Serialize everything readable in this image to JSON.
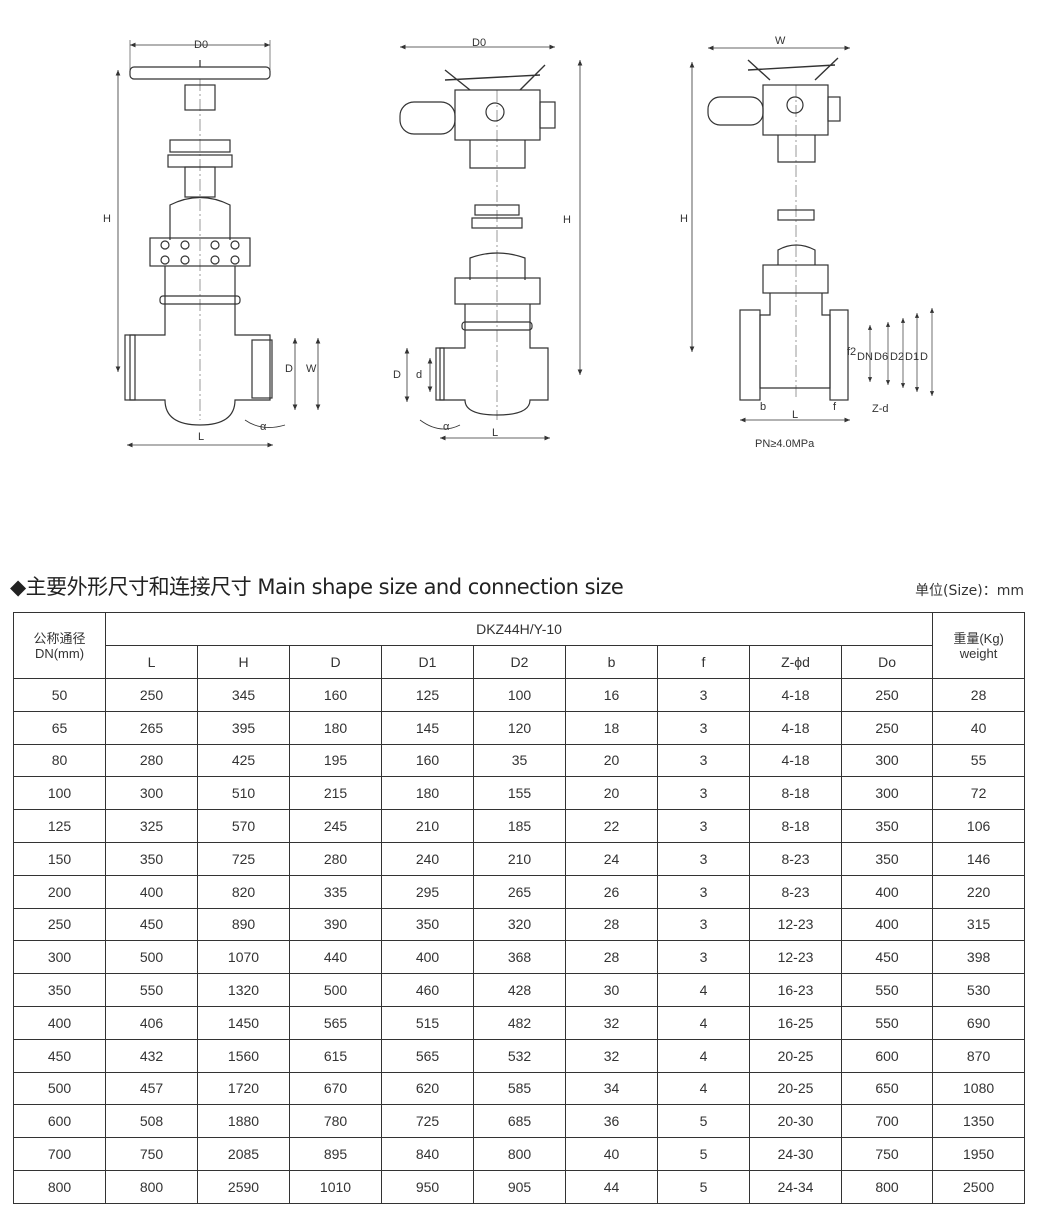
{
  "drawings": {
    "fig1": {
      "top_dim": "D0",
      "height_dim": "H",
      "d_dim": "D",
      "w_dim": "W",
      "len_dim": "L",
      "angle": "α"
    },
    "fig2": {
      "top_dim": "D0",
      "height_dim": "H",
      "d_dim": "D",
      "small_d": "d",
      "len_dim": "L",
      "angle": "α"
    },
    "fig3": {
      "top_dim": "W",
      "height_dim": "H",
      "b_dim": "b",
      "len_dim": "L",
      "f_dim": "f",
      "z_dim": "Z-d",
      "dn": "DN",
      "f2": "f2",
      "d6": "D6",
      "d2": "D2",
      "d1": "D1",
      "d": "D",
      "note": "PN≥4.0MPa"
    }
  },
  "section_title": "◆主要外形尺寸和连接尺寸 Main shape size and connection size",
  "unit_label": "单位(Size)：mm",
  "table": {
    "dn_header_cn": "公称通径",
    "dn_header_en": "DN(mm)",
    "model": "DKZ44H/Y-10",
    "weight_header_cn": "重量(Kg)",
    "weight_header_en": "weight",
    "columns": [
      "L",
      "H",
      "D",
      "D1",
      "D2",
      "b",
      "f",
      "Z-ϕd",
      "Do"
    ],
    "rows": [
      [
        "50",
        "250",
        "345",
        "160",
        "125",
        "100",
        "16",
        "3",
        "4-18",
        "250",
        "28"
      ],
      [
        "65",
        "265",
        "395",
        "180",
        "145",
        "120",
        "18",
        "3",
        "4-18",
        "250",
        "40"
      ],
      [
        "80",
        "280",
        "425",
        "195",
        "160",
        "35",
        "20",
        "3",
        "4-18",
        "300",
        "55"
      ],
      [
        "100",
        "300",
        "510",
        "215",
        "180",
        "155",
        "20",
        "3",
        "8-18",
        "300",
        "72"
      ],
      [
        "125",
        "325",
        "570",
        "245",
        "210",
        "185",
        "22",
        "3",
        "8-18",
        "350",
        "106"
      ],
      [
        "150",
        "350",
        "725",
        "280",
        "240",
        "210",
        "24",
        "3",
        "8-23",
        "350",
        "146"
      ],
      [
        "200",
        "400",
        "820",
        "335",
        "295",
        "265",
        "26",
        "3",
        "8-23",
        "400",
        "220"
      ],
      [
        "250",
        "450",
        "890",
        "390",
        "350",
        "320",
        "28",
        "3",
        "12-23",
        "400",
        "315"
      ],
      [
        "300",
        "500",
        "1070",
        "440",
        "400",
        "368",
        "28",
        "3",
        "12-23",
        "450",
        "398"
      ],
      [
        "350",
        "550",
        "1320",
        "500",
        "460",
        "428",
        "30",
        "4",
        "16-23",
        "550",
        "530"
      ],
      [
        "400",
        "406",
        "1450",
        "565",
        "515",
        "482",
        "32",
        "4",
        "16-25",
        "550",
        "690"
      ],
      [
        "450",
        "432",
        "1560",
        "615",
        "565",
        "532",
        "32",
        "4",
        "20-25",
        "600",
        "870"
      ],
      [
        "500",
        "457",
        "1720",
        "670",
        "620",
        "585",
        "34",
        "4",
        "20-25",
        "650",
        "1080"
      ],
      [
        "600",
        "508",
        "1880",
        "780",
        "725",
        "685",
        "36",
        "5",
        "20-30",
        "700",
        "1350"
      ],
      [
        "700",
        "750",
        "2085",
        "895",
        "840",
        "800",
        "40",
        "5",
        "24-30",
        "750",
        "1950"
      ],
      [
        "800",
        "800",
        "2590",
        "1010",
        "950",
        "905",
        "44",
        "5",
        "24-34",
        "800",
        "2500"
      ]
    ]
  }
}
